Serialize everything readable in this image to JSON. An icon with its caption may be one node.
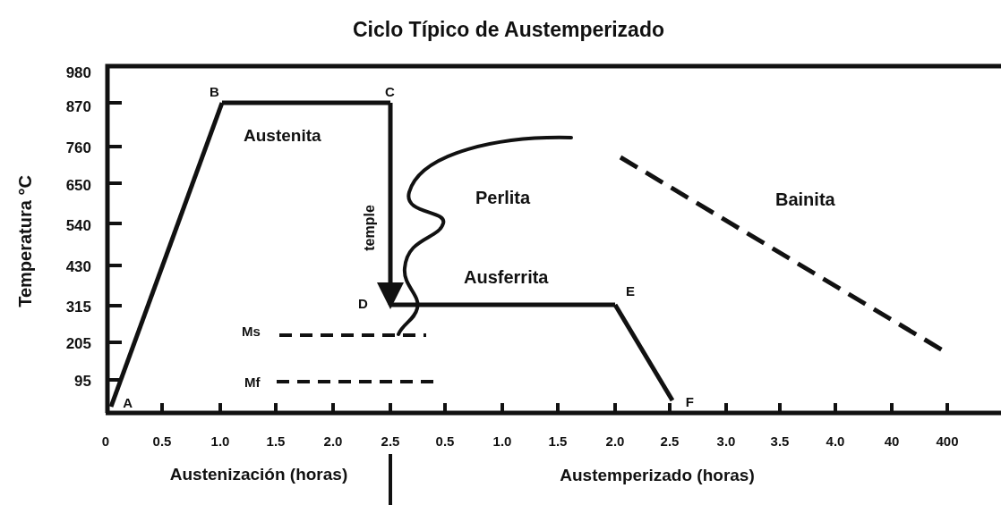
{
  "diagram": {
    "title": "Ciclo Típico de Austemperizado",
    "nodes": [
      {
        "text": [
          "A"
        ]
      },
      {
        "text": [
          "B"
        ]
      },
      {
        "text": [
          "C"
        ]
      },
      {
        "text": [
          "D"
        ]
      },
      {
        "text": [
          "E"
        ]
      },
      {
        "text": [
          "F"
        ]
      }
    ],
    "edges": [
      {
        "from": 0,
        "to": 1,
        "arrow": "none"
      },
      {
        "from": 1,
        "to": 2,
        "arrow": "none"
      },
      {
        "from": 2,
        "to": 3,
        "arrow": "to",
        "label": "temple"
      },
      {
        "from": 3,
        "to": 4,
        "arrow": "none"
      },
      {
        "from": 4,
        "to": 5,
        "arrow": "none"
      }
    ],
    "labels": [
      "980",
      "870",
      "Temperatura °C",
      "760",
      "Austenita",
      "650",
      "Perlita",
      "Bainita",
      "540",
      "430",
      "Ausferrita",
      "315",
      "205",
      "Ms",
      "95",
      "Mf",
      "0",
      "0.5",
      "1.0",
      "1.5",
      "2.0",
      "2.5",
      "0.5",
      "1.0",
      "1.5",
      "2.0",
      "2.5",
      "3.0",
      "3.5",
      "4.0",
      "40",
      "400",
      "Austenización (horas)",
      "Austemperizado (horas)"
    ]
  }
}
